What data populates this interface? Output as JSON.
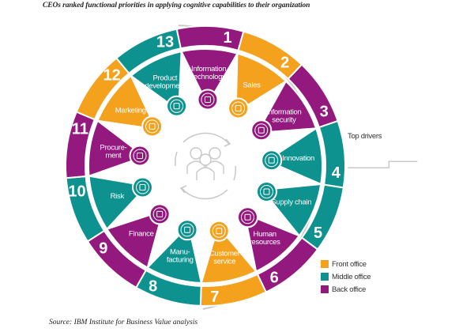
{
  "title": "CEOs ranked functional priorities in applying cognitive capabilities to their organization",
  "source": "Source: IBM Institute for Business Value analysis",
  "colors": {
    "front": "#f4a11d",
    "middle": "#0e928f",
    "back": "#93197f",
    "icon_stroke": "#ffffff",
    "center_icon": "#c8c8c8",
    "bracket": "#c9c9c9"
  },
  "annotation": {
    "top_drivers": "Top drivers"
  },
  "legend": [
    {
      "key": "front",
      "label": "Front office"
    },
    {
      "key": "middle",
      "label": "Middle office"
    },
    {
      "key": "back",
      "label": "Back office"
    }
  ],
  "center_icon": "people-cycle-icon",
  "chart_data": {
    "type": "radial-ranking",
    "title": "CEOs ranked functional priorities in applying cognitive capabilities to their organization",
    "bracket_label": "Top drivers",
    "bracket_covers_ranks": [
      1,
      7
    ],
    "functions": [
      {
        "rank": 1,
        "label": [
          "Information",
          "technology"
        ],
        "office": "back",
        "icon": "devices-icon"
      },
      {
        "rank": 2,
        "label": [
          "Sales"
        ],
        "office": "front",
        "icon": "dollar-chat-icon"
      },
      {
        "rank": 3,
        "label": [
          "Information",
          "security"
        ],
        "office": "back",
        "icon": "lock-icon"
      },
      {
        "rank": 4,
        "label": [
          "Innovation"
        ],
        "office": "middle",
        "icon": "rocket-icon"
      },
      {
        "rank": 5,
        "label": [
          "Supply chain"
        ],
        "office": "middle",
        "icon": "truck-icon"
      },
      {
        "rank": 6,
        "label": [
          "Human",
          "resources"
        ],
        "office": "back",
        "icon": "person-heart-icon"
      },
      {
        "rank": 7,
        "label": [
          "Customer",
          "service"
        ],
        "office": "front",
        "icon": "headset-agent-icon"
      },
      {
        "rank": 8,
        "label": [
          "Manu-",
          "facturing"
        ],
        "office": "middle",
        "icon": "robot-arm-icon"
      },
      {
        "rank": 9,
        "label": [
          "Finance"
        ],
        "office": "back",
        "icon": "chart-coin-icon"
      },
      {
        "rank": 10,
        "label": [
          "Risk"
        ],
        "office": "middle",
        "icon": "chess-knight-icon"
      },
      {
        "rank": 11,
        "label": [
          "Procure-",
          "ment"
        ],
        "office": "back",
        "icon": "search-gear-icon"
      },
      {
        "rank": 12,
        "label": [
          "Marketing"
        ],
        "office": "front",
        "icon": "video-play-icon"
      },
      {
        "rank": 13,
        "label": [
          "Product",
          "development"
        ],
        "office": "middle",
        "icon": "gear-icon"
      }
    ]
  }
}
